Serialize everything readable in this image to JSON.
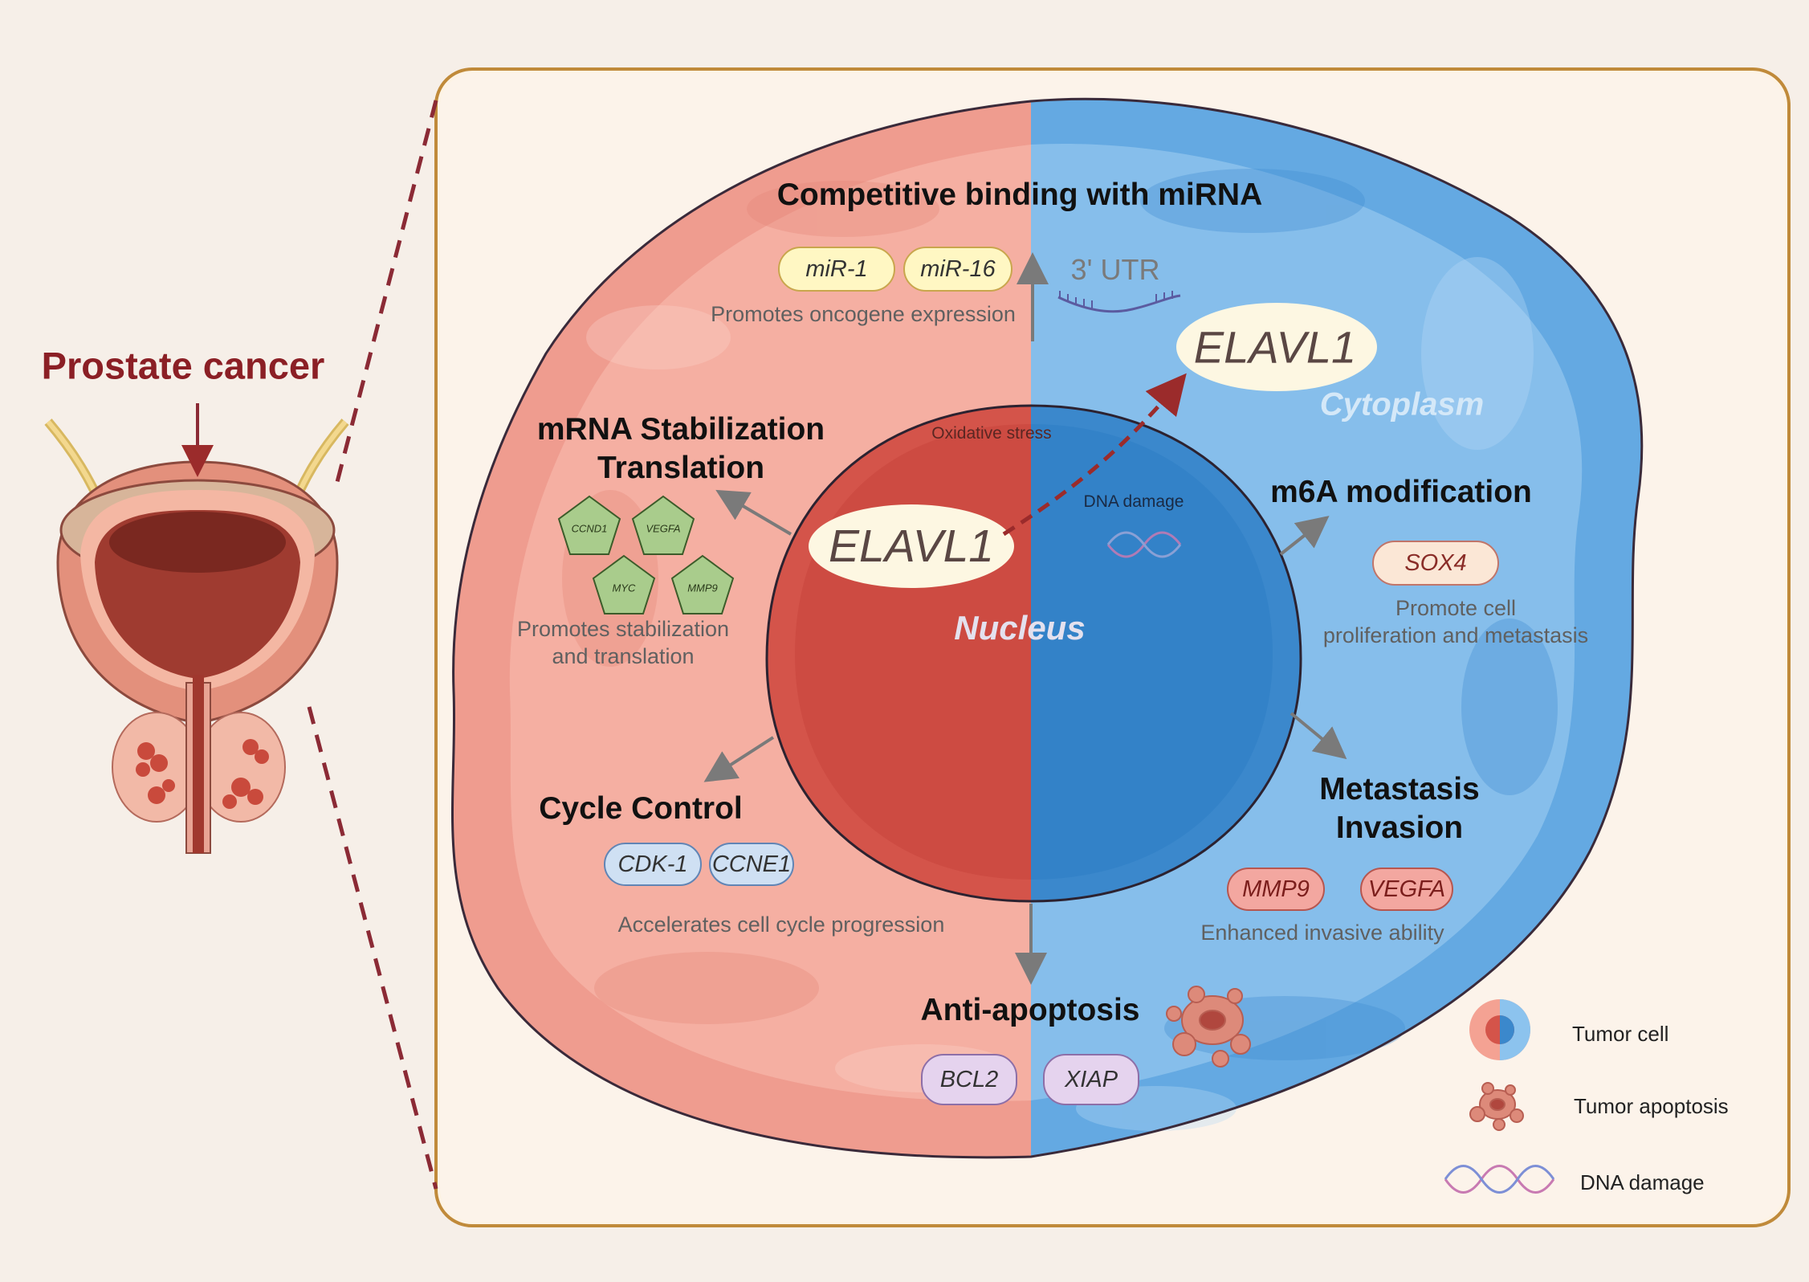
{
  "organ": {
    "title": "Prostate cancer"
  },
  "headings": {
    "competitive": "Competitive binding with miRNA",
    "mrna_line1": "mRNA Stabilization",
    "mrna_line2": "Translation",
    "m6a": "m6A modification",
    "cycle": "Cycle Control",
    "metastasis_line1": "Metastasis",
    "metastasis_line2": "Invasion",
    "anti": "Anti-apoptosis"
  },
  "descriptions": {
    "oncogene": "Promotes oncogene expression",
    "stab_line1": "Promotes stabilization",
    "stab_line2": "and translation",
    "prolif_line1": "Promote cell",
    "prolif_line2": "proliferation and metastasis",
    "cycle": "Accelerates cell cycle progression",
    "invasive": "Enhanced invasive ability"
  },
  "labels": {
    "utr": "3' UTR",
    "elavl1_nucleus": "ELAVL1",
    "elavl1_cytoplasm": "ELAVL1",
    "cytoplasm": "Cytoplasm",
    "nucleus": "Nucleus",
    "oxidative": "Oxidative stress",
    "dna_damage": "DNA damage"
  },
  "genes": {
    "mirna": [
      "miR-1",
      "miR-16"
    ],
    "pentagons": [
      "CCND1",
      "VEGFA",
      "MYC",
      "MMP9"
    ],
    "m6a": [
      "SOX4"
    ],
    "cycle": [
      "CDK-1",
      "CCNE1"
    ],
    "metastasis": [
      "MMP9",
      "VEGFA"
    ],
    "apoptosis": [
      "BCL2",
      "XIAP"
    ]
  },
  "legend": [
    {
      "icon": "tumor-cell-icon",
      "label": "Tumor cell"
    },
    {
      "icon": "tumor-apoptosis-icon",
      "label": "Tumor apoptosis"
    },
    {
      "icon": "dna-damage-icon",
      "label": "DNA damage"
    }
  ],
  "colors": {
    "red_side": "#ef9a8c",
    "blue_side": "#6aaee3",
    "nucleus_red": "#d4544a",
    "nucleus_blue": "#3b88cc",
    "accent": "#9b2b2b"
  }
}
